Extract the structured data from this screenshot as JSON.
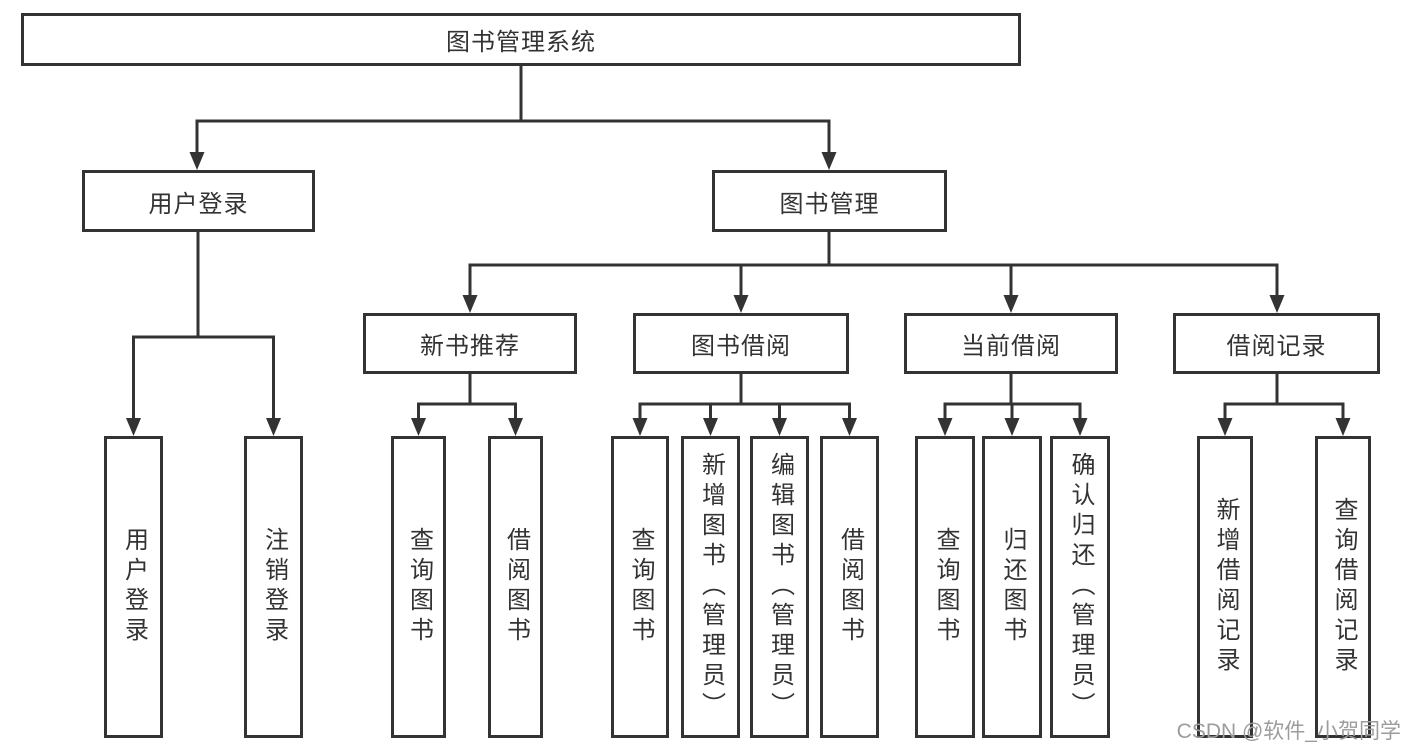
{
  "tree": {
    "label": "图书管理系统",
    "children": [
      {
        "label": "用户登录",
        "children": [
          {
            "label": "用户登录"
          },
          {
            "label": "注销登录"
          }
        ]
      },
      {
        "label": "图书管理",
        "children": [
          {
            "label": "新书推荐",
            "children": [
              {
                "label": "查询图书"
              },
              {
                "label": "借阅图书"
              }
            ]
          },
          {
            "label": "图书借阅",
            "children": [
              {
                "label": "查询图书"
              },
              {
                "label": "新增图书（管理员）"
              },
              {
                "label": "编辑图书（管理员）"
              },
              {
                "label": "借阅图书"
              }
            ]
          },
          {
            "label": "当前借阅",
            "children": [
              {
                "label": "查询图书"
              },
              {
                "label": "归还图书"
              },
              {
                "label": "确认归还（管理员）"
              }
            ]
          },
          {
            "label": "借阅记录",
            "children": [
              {
                "label": "新增借阅记录"
              },
              {
                "label": "查询借阅记录"
              }
            ]
          }
        ]
      }
    ]
  },
  "watermark": "CSDN @软件_小贺同学",
  "colors": {
    "line": "#333333",
    "text": "#333333",
    "background": "#ffffff",
    "watermark": "#9c9c9c"
  }
}
